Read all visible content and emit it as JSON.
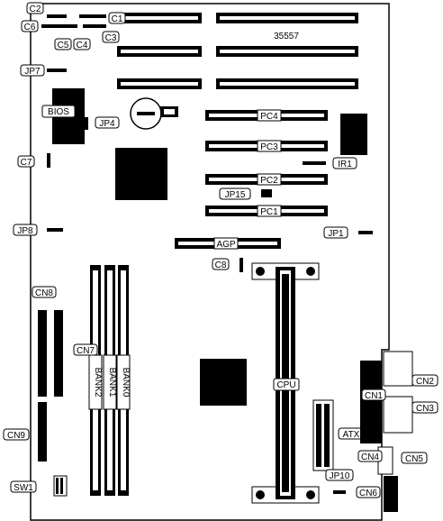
{
  "board_model": "35557",
  "chips": {
    "bios": "BIOS",
    "cpu": "CPU",
    "atx": "ATX",
    "agp": "AGP",
    "pci": [
      "PC4",
      "PC3",
      "PC2",
      "PC1"
    ]
  },
  "memory_banks": [
    "BANK2",
    "BANK1",
    "BANK0"
  ],
  "callouts": {
    "c1": "C1",
    "c2": "C2",
    "c3": "C3",
    "c4": "C4",
    "c5": "C5",
    "c6": "C6",
    "c7": "C7",
    "c8": "C8",
    "jp1": "JP1",
    "jp4": "JP4",
    "jp7": "JP7",
    "jp8": "JP8",
    "jp10": "JP10",
    "jp15": "JP15",
    "ir1": "IR1",
    "cn1": "CN1",
    "cn2": "CN2",
    "cn3": "CN3",
    "cn4": "CN4",
    "cn5": "CN5",
    "cn6": "CN6",
    "cn7": "CN7",
    "cn8": "CN8",
    "cn9": "CN9",
    "sw1": "SW1"
  }
}
